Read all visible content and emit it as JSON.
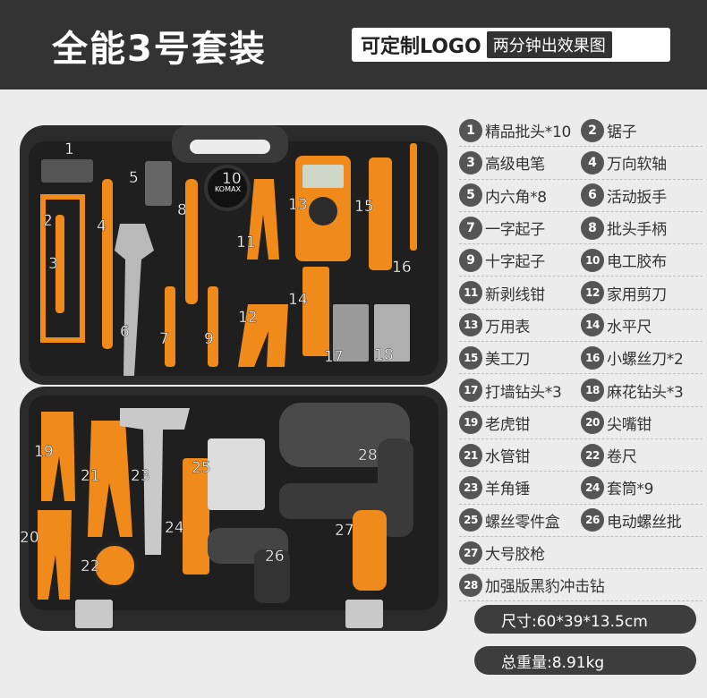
{
  "header": {
    "title": "全能3号套装",
    "logo_text": "可定制LOGO",
    "effect_text": "两分钟出效果图"
  },
  "case_labels": [
    "1",
    "2",
    "3",
    "4",
    "5",
    "6",
    "7",
    "8",
    "9",
    "10",
    "11",
    "12",
    "13",
    "14",
    "15",
    "16",
    "17",
    "18",
    "19",
    "20",
    "21",
    "22",
    "23",
    "24",
    "25",
    "26",
    "27",
    "28"
  ],
  "case_brand": "KOMAX",
  "items": [
    {
      "no": "1",
      "name": "精品批头*10"
    },
    {
      "no": "2",
      "name": "锯子"
    },
    {
      "no": "3",
      "name": "高级电笔"
    },
    {
      "no": "4",
      "name": "万向软轴"
    },
    {
      "no": "5",
      "name": "内六角*8"
    },
    {
      "no": "6",
      "name": "活动扳手"
    },
    {
      "no": "7",
      "name": "一字起子"
    },
    {
      "no": "8",
      "name": "批头手柄"
    },
    {
      "no": "9",
      "name": "十字起子"
    },
    {
      "no": "10",
      "name": "电工胶布"
    },
    {
      "no": "11",
      "name": "新剥线钳"
    },
    {
      "no": "12",
      "name": "家用剪刀"
    },
    {
      "no": "13",
      "name": "万用表"
    },
    {
      "no": "14",
      "name": "水平尺"
    },
    {
      "no": "15",
      "name": "美工刀"
    },
    {
      "no": "16",
      "name": "小螺丝刀*2"
    },
    {
      "no": "17",
      "name": "打墙钻头*3"
    },
    {
      "no": "18",
      "name": "麻花钻头*3"
    },
    {
      "no": "19",
      "name": "老虎钳"
    },
    {
      "no": "20",
      "name": "尖嘴钳"
    },
    {
      "no": "21",
      "name": "水管钳"
    },
    {
      "no": "22",
      "name": "卷尺"
    },
    {
      "no": "23",
      "name": "羊角锤"
    },
    {
      "no": "24",
      "name": "套筒*9"
    },
    {
      "no": "25",
      "name": "螺丝零件盒"
    },
    {
      "no": "26",
      "name": "电动螺丝批"
    },
    {
      "no": "27",
      "name": "大号胶枪"
    },
    {
      "no": "28",
      "name": "加强版黑豹冲击钻"
    }
  ],
  "specs": {
    "size": "尺寸:60*39*13.5cm",
    "weight": "总重量:8.91kg"
  },
  "colors": {
    "header_bg": "#333333",
    "accent_orange": "#f08a1a",
    "case_black": "#2b2b2b"
  }
}
